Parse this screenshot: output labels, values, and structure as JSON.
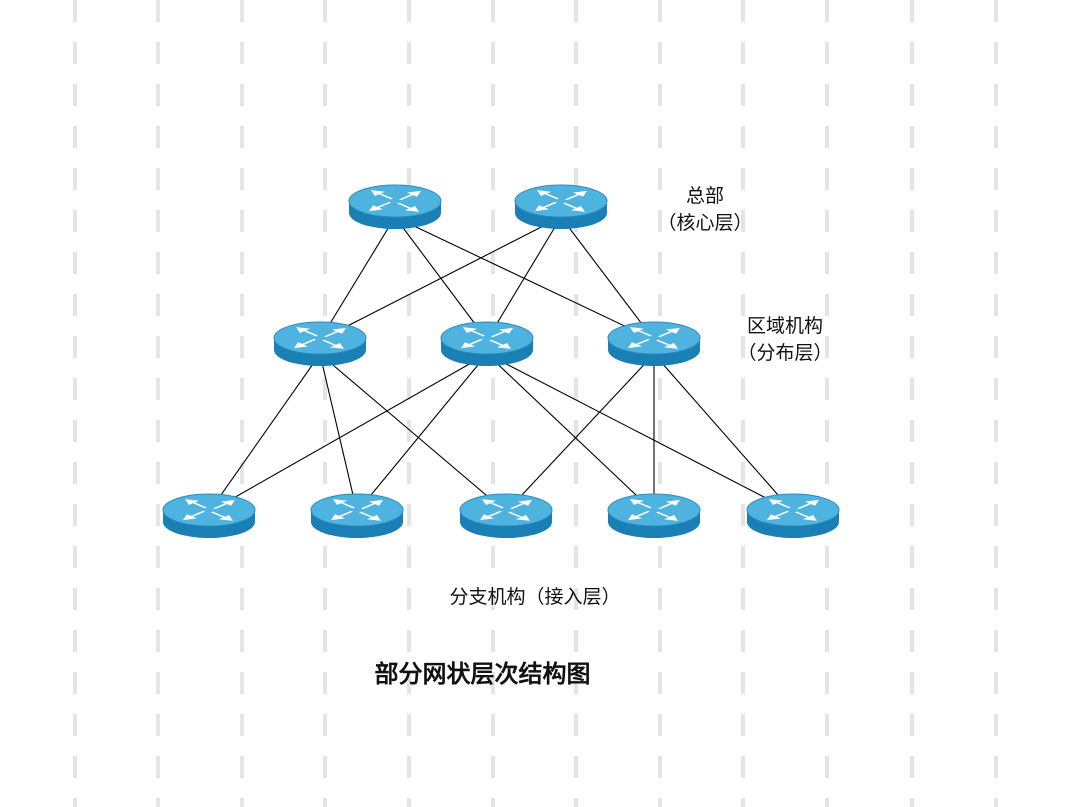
{
  "diagram": {
    "layers": {
      "core": {
        "label_line1": "总部",
        "label_line2": "（核心层）"
      },
      "distribution": {
        "label_line1": "区域机构",
        "label_line2": "（分布层）"
      },
      "access": {
        "label": "分支机构（接入层）"
      }
    },
    "title": "部分网状层次结构图",
    "nodes": [
      {
        "id": "core-1",
        "layer": "core",
        "icon": "router-icon"
      },
      {
        "id": "core-2",
        "layer": "core",
        "icon": "router-icon"
      },
      {
        "id": "dist-1",
        "layer": "distribution",
        "icon": "router-icon"
      },
      {
        "id": "dist-2",
        "layer": "distribution",
        "icon": "router-icon"
      },
      {
        "id": "dist-3",
        "layer": "distribution",
        "icon": "router-icon"
      },
      {
        "id": "acc-1",
        "layer": "access",
        "icon": "router-icon"
      },
      {
        "id": "acc-2",
        "layer": "access",
        "icon": "router-icon"
      },
      {
        "id": "acc-3",
        "layer": "access",
        "icon": "router-icon"
      },
      {
        "id": "acc-4",
        "layer": "access",
        "icon": "router-icon"
      },
      {
        "id": "acc-5",
        "layer": "access",
        "icon": "router-icon"
      }
    ],
    "links": [
      [
        "core-1",
        "dist-1"
      ],
      [
        "core-1",
        "dist-2"
      ],
      [
        "core-1",
        "dist-3"
      ],
      [
        "core-2",
        "dist-1"
      ],
      [
        "core-2",
        "dist-2"
      ],
      [
        "core-2",
        "dist-3"
      ],
      [
        "dist-1",
        "acc-1"
      ],
      [
        "dist-1",
        "acc-2"
      ],
      [
        "dist-1",
        "acc-3"
      ],
      [
        "dist-2",
        "acc-1"
      ],
      [
        "dist-2",
        "acc-2"
      ],
      [
        "dist-2",
        "acc-4"
      ],
      [
        "dist-2",
        "acc-5"
      ],
      [
        "dist-3",
        "acc-3"
      ],
      [
        "dist-3",
        "acc-4"
      ],
      [
        "dist-3",
        "acc-5"
      ]
    ],
    "colors": {
      "router_top": "#4fb3e0",
      "router_side": "#1a7fb5",
      "router_arrow": "#ffffff",
      "link": "#000000",
      "dash": "#e4e4e4"
    }
  }
}
